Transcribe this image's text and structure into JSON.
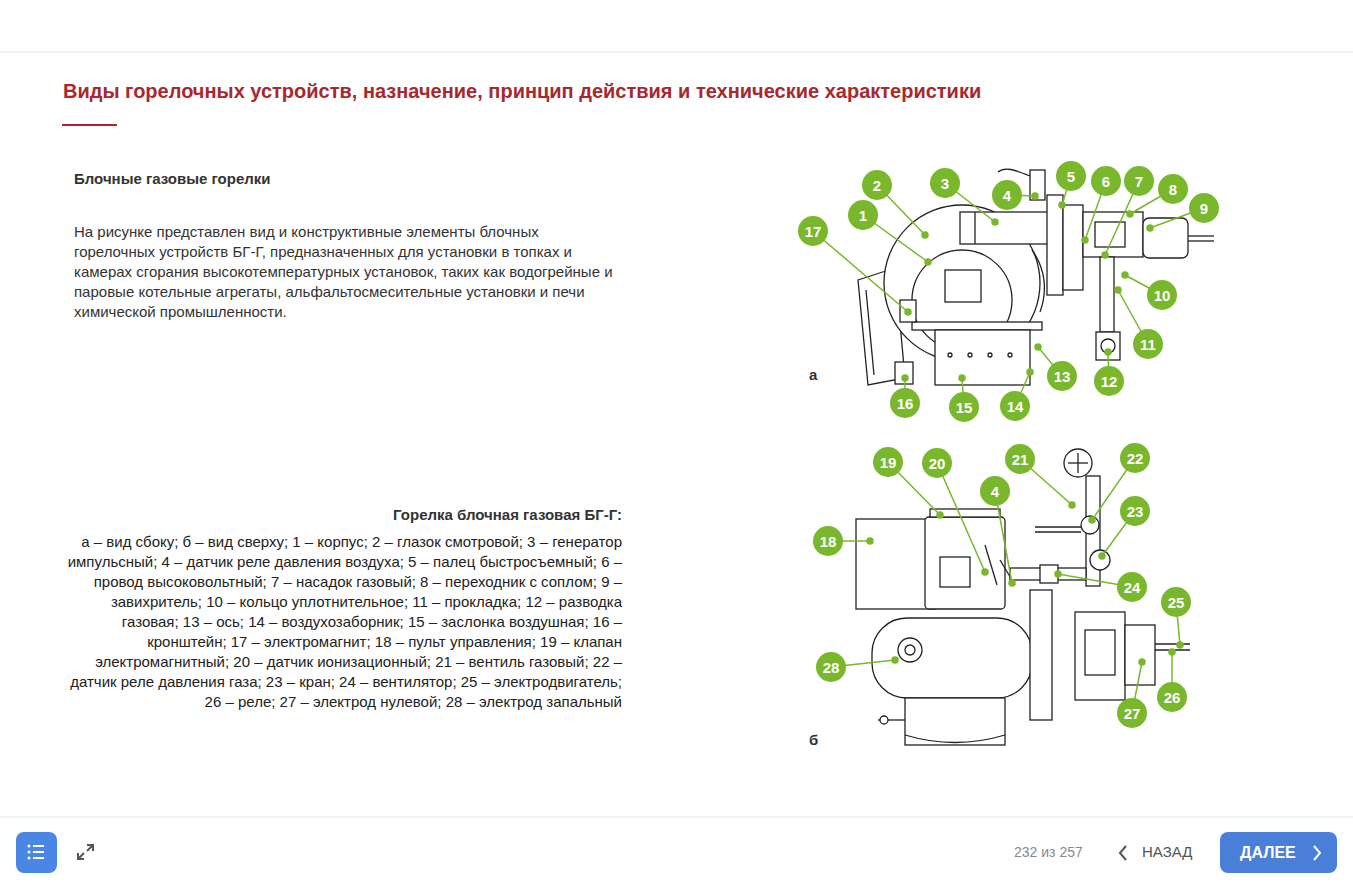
{
  "diagram": {
    "title": "Виды горелочных устройств, назначение, принцип действия и технические характеристики",
    "caption": "Горелка блочная газовая БГ-Г:",
    "nodes": [
      {
        "text": [
          "2"
        ]
      },
      {
        "text": [
          "3"
        ]
      },
      {
        "text": [
          "4"
        ]
      },
      {
        "text": [
          "5"
        ]
      },
      {
        "text": [
          "6"
        ]
      },
      {
        "text": [
          "7"
        ]
      },
      {
        "text": [
          "8"
        ]
      },
      {
        "text": [
          "9"
        ]
      },
      {
        "text": [
          "1"
        ]
      },
      {
        "text": [
          "17"
        ]
      },
      {
        "text": [
          "10"
        ]
      },
      {
        "text": [
          "11"
        ]
      },
      {
        "text": [
          "13"
        ]
      },
      {
        "text": [
          "12"
        ]
      },
      {
        "text": [
          "16"
        ]
      },
      {
        "text": [
          "15"
        ]
      },
      {
        "text": [
          "14"
        ]
      },
      {
        "text": [
          "19"
        ]
      },
      {
        "text": [
          "20"
        ]
      },
      {
        "text": [
          "21"
        ]
      },
      {
        "text": [
          "22"
        ]
      },
      {
        "text": [
          "4"
        ]
      },
      {
        "text": [
          "23"
        ]
      },
      {
        "text": [
          "18"
        ]
      },
      {
        "text": [
          "24"
        ]
      },
      {
        "text": [
          "25"
        ]
      },
      {
        "text": [
          "28"
        ]
      },
      {
        "text": [
          "26"
        ]
      },
      {
        "text": [
          "27"
        ]
      },
      {
        "text": [
          "ДАЛЕЕ"
        ]
      }
    ],
    "labels": [
      "Блочные газовые горелки",
      "На рисунке представлен вид и конструктивные элементы блочных горелочных устройств БГ-Г, предназначенных для установки в топках и камерах сгорания высокотемпературных установок, таких как водогрейные и паровые котельные агрегаты, альфальтосмесительные установки и печи химической промышленности.",
      "а – вид сбоку; б – вид сверху; 1 – корпус; 2 – глазок смотровой; 3 – генератор импульсный; 4 – датчик реле давления воздуха; 5 – палец быстросъемный; 6 – провод высоковольтный; 7 – насадок газовый; 8 – переходник с соплом; 9 – завихритель; 10 – кольцо уплотнительное; 11 – прокладка; 12 – разводка газовая; 13 – ось; 14 – воздухозаборник; 15 – заслонка воздушная; 16 – кронштейн; 17 – электромагнит; 18 – пульт управления; 19 – клапан электромагнитный; 20 – датчик ионизационный; 21 – вентиль газовый; 22 – датчик реле давления газа; 23 – кран; 24 – вентилятор; 25 – электродвигатель; 26 – реле; 27 – электрод нулевой; 28 – электрод запальный",
      "а",
      "б",
      "232 из 257",
      "НАЗАД"
    ]
  }
}
